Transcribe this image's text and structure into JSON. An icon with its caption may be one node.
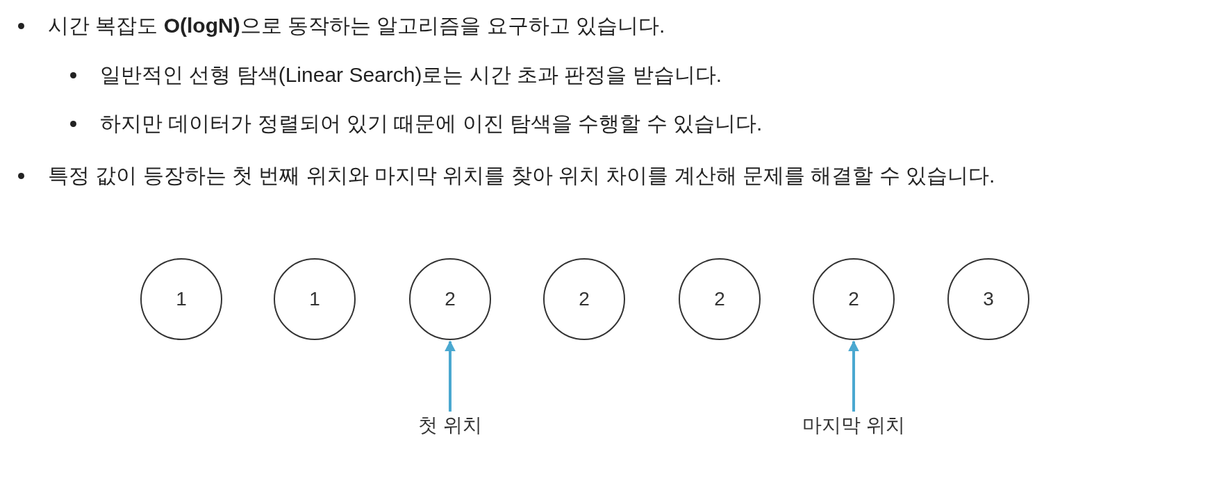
{
  "diagram": {
    "nodes": [
      {
        "text": [
          "1"
        ]
      },
      {
        "text": [
          "1"
        ]
      },
      {
        "text": [
          "2"
        ]
      },
      {
        "text": [
          "2"
        ]
      },
      {
        "text": [
          "2"
        ]
      },
      {
        "text": [
          "2"
        ]
      },
      {
        "text": [
          "3"
        ]
      },
      {
        "text": [
          "첫 위치"
        ]
      },
      {
        "text": [
          "마지막 위치"
        ]
      }
    ],
    "edges": [
      {
        "from": 7,
        "to": 2,
        "arrow": "to"
      },
      {
        "from": 8,
        "to": 5,
        "arrow": "to"
      }
    ],
    "labels": [
      "시간 복잡도 **O(logN)**으로 동작하는 알고리즘을 요구하고 있습니다.",
      "일반적인 선형 탐색(Linear Search)로는 시간 초과 판정을 받습니다.",
      "하지만 데이터가 정렬되어 있기 때문에 이진 탐색을 수행할 수 있습니다.",
      "특정 값이 등장하는 첫 번째 위치와 마지막 위치를 찾아 위치 차이를 계산해 문제를 해결할 수 있습니다."
    ]
  }
}
